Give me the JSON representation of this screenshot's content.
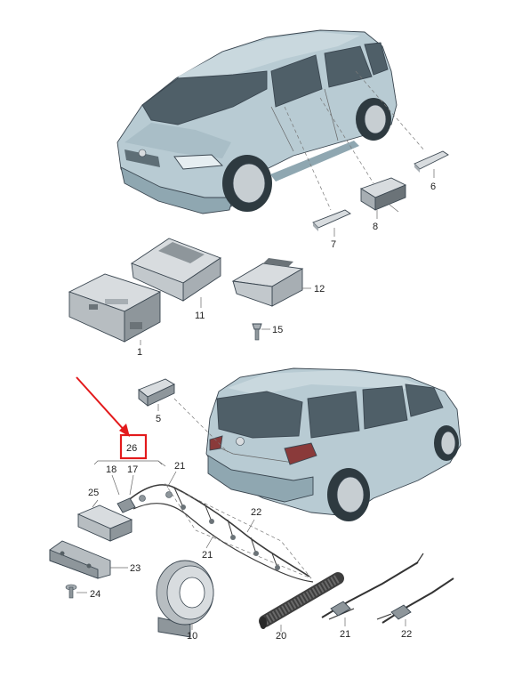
{
  "colors": {
    "body": "#b8cbd3",
    "body_shade": "#8fa7b1",
    "glass": "#4f5f68",
    "outline": "#3a4650",
    "part_light": "#d8dcdf",
    "part_mid": "#a7aeb3",
    "part_dark": "#6b7378",
    "highlight_box": "#e31a1c",
    "arrow": "#e31a1c"
  },
  "callouts": {
    "c1": "1",
    "c5": "5",
    "c6": "6",
    "c7": "7",
    "c8": "8",
    "c10": "10",
    "c11": "11",
    "c12": "12",
    "c15": "15",
    "c17": "17",
    "c18": "18",
    "c20": "20",
    "c21a": "21",
    "c21b": "21",
    "c21c": "21",
    "c22a": "22",
    "c22b": "22",
    "c23": "23",
    "c24": "24",
    "c25": "25",
    "c26": "26"
  }
}
